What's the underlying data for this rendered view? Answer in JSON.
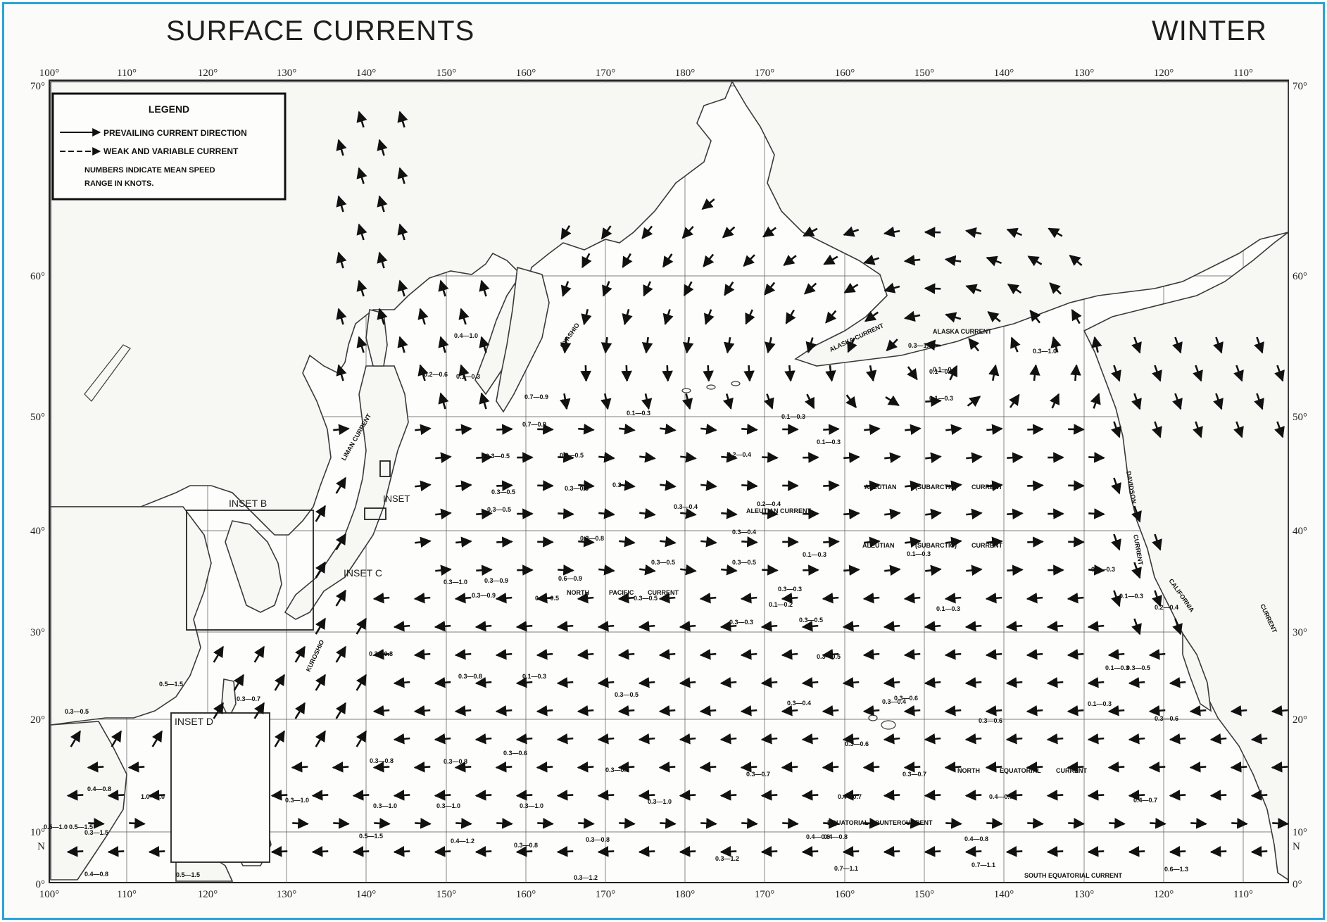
{
  "title_left": "SURFACE CURRENTS",
  "title_right": "WINTER",
  "legend": {
    "heading": "LEGEND",
    "prevailing": "PREVAILING CURRENT DIRECTION",
    "weak": "WEAK AND VARIABLE CURRENT",
    "note1": "NUMBERS INDICATE MEAN SPEED",
    "note2": "RANGE IN KNOTS."
  },
  "longitudes": [
    "100°",
    "110°",
    "120°",
    "130°",
    "140°",
    "150°",
    "160°",
    "170°",
    "180°",
    "170°",
    "160°",
    "150°",
    "140°",
    "130°",
    "120°",
    "110°"
  ],
  "latitudes_left": [
    "70°",
    "60°",
    "50°",
    "40°",
    "30°",
    "20°",
    "10°",
    "N",
    "0°"
  ],
  "latitudes_right": [
    "70°",
    "60°",
    "50°",
    "40°",
    "30°",
    "20°",
    "10°",
    "N",
    "0°"
  ],
  "insets": {
    "b": "INSET B",
    "c": "INSET C",
    "d": "INSET D",
    "a": "INSET"
  },
  "currents": [
    "ALASKA CURRENT",
    "ALASKA CURRENT",
    "OYASHIO",
    "LIMAN CURRENT",
    "ALEUTIAN CURRENT",
    "ALEUTIAN",
    "(SUBARCTIC)",
    "CURRENT",
    "ALEUTIAN",
    "(SUBARCTIC)",
    "CURRENT",
    "NORTH",
    "PACIFIC",
    "CURRENT",
    "CALIFORNIA",
    "CURRENT",
    "DAVIDSON",
    "CURRENT",
    "KUROSHIO",
    "NORTH",
    "EQUATORIAL",
    "CURRENT",
    "EQUATORIAL COUNTERCURRENT",
    "SOUTH EQUATORIAL CURRENT"
  ],
  "speeds": [
    "0.4—1.0",
    "0.2—0.6",
    "0.1—0.3",
    "0.7—0.9",
    "0.7—0.9",
    "0.3—0.5",
    "0.2—0.5",
    "0.3—0.5",
    "0.1—0.3",
    "0.1—0.3",
    "0.2—0.4",
    "0.1—0.3",
    "0.1—0.3",
    "0.1—0.3",
    "0.3—1.0",
    "0.3—1.0",
    "0.1—0.3",
    "0.3—0.5",
    "0.3—0.5",
    "0.3",
    "0.3—0.4",
    "0.2—0.4",
    "0.3—0.4",
    "0.3—0.5",
    "0.3—0.5",
    "0.3—0.8",
    "0.3—1.0",
    "0.3—0.9",
    "0.6—0.9",
    "0.3—0.9",
    "0.3—0.5",
    "0.3—0.5",
    "0.1—0.3",
    "0.3—0.3",
    "0.1—0.3",
    "0.1—0.2",
    "0.1—0.3",
    "0.1—0.3",
    "0.2—0.4",
    "0.1—0.3",
    "0.3—0.8",
    "0.3—0.8",
    "0.1—0.3",
    "0.3—0.5",
    "0.3—0.3",
    "0.3—0.5",
    "0.3—0.5",
    "0.3—0.6",
    "0.3—0.4",
    "0.3—0.4",
    "0.1—0.3",
    "0.3—0.5",
    "0.3—0.6",
    "0.3—0.6",
    "0.1—0.3",
    "0.3—0.6",
    "0.3—0.8",
    "0.3—0.8",
    "0.3—0.6",
    "0.3—0.8",
    "0.3—0.7",
    "0.3—0.7",
    "0.4—0.7",
    "0.4—0.7",
    "0.4—0.7",
    "0.3—1.0",
    "0.3—1.0",
    "0.3—1.0",
    "0.3—1.0",
    "0.4—0.8",
    "0.4—1.2",
    "0.3—0.8",
    "0.3—0.8",
    "0.3—1.2",
    "0.3—1.2",
    "0.4—0.8",
    "0.4—0.8",
    "0.7—1.1",
    "0.7—1.1",
    "0.6—1.3",
    "0.5—1.5",
    "0.3—0.5",
    "0.3—0.7",
    "0.3—1.0",
    "0.5—1.5",
    "0.4—0.8",
    "1.0—3.0",
    "0.3—1.5",
    "0.5—1.0",
    "0.5—1.5",
    "0.4—0.8",
    "0.5—1.5"
  ]
}
